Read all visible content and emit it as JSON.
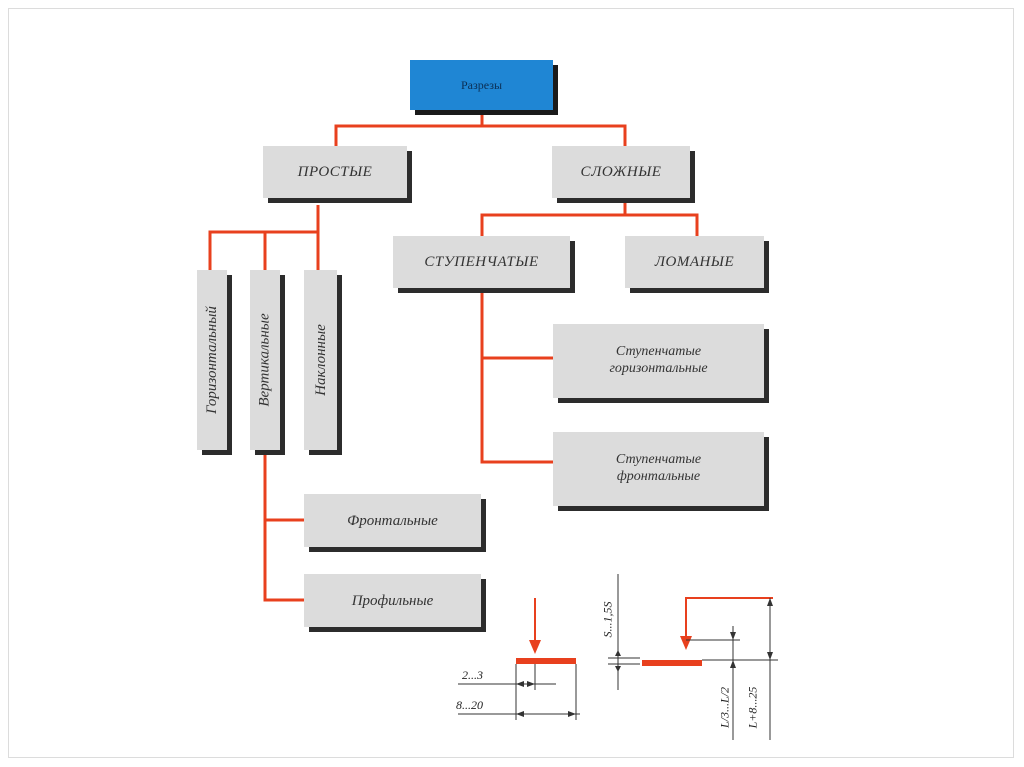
{
  "diagram": {
    "root": "Разрезы",
    "simple": "простые",
    "complex": "сложные",
    "stepped": "ступенчатые",
    "broken": "ломаные",
    "horizontal": "Горизонтальный",
    "vertical": "Вертикальные",
    "inclined": "Наклонные",
    "stepped_horizontal": "Ступенчатые горизонтальные",
    "stepped_frontal": "Ступенчатые фронтальные",
    "frontal": "Фронтальные",
    "profile": "Профильные"
  },
  "dimensions": {
    "left_small": "2...3",
    "left_large": "8...20",
    "mid_vertical": "S...1,5S",
    "right_a": "L/3...L/2",
    "right_b": "L+8...25"
  },
  "colors": {
    "connector": "#e8401e",
    "root_fill": "#1f86d4",
    "box_fill": "#dcdcdc",
    "shadow": "#2c2c2c"
  }
}
